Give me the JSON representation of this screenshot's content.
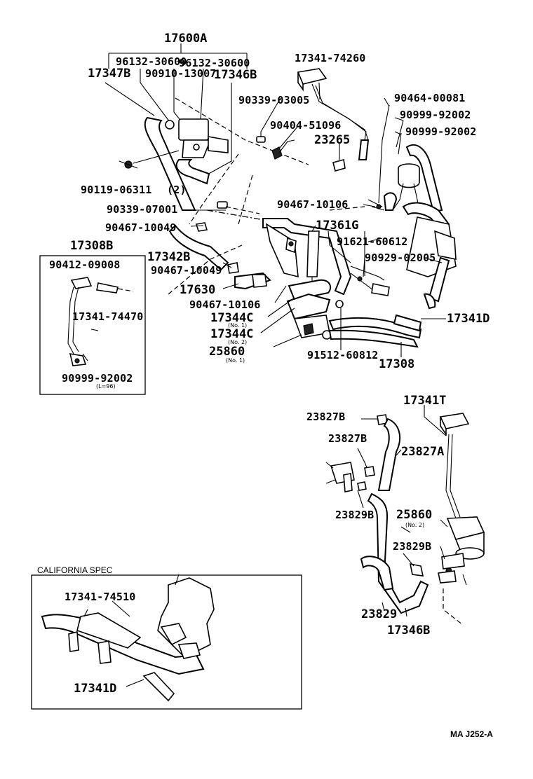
{
  "labels": {
    "l17600A": "17600A",
    "l96132a": "96132-30600",
    "l96132b": "96132-30600",
    "l17347B": "17347B",
    "l90910": "90910-13007",
    "l17346B_top": "17346B",
    "l17341_74260": "17341-74260",
    "l90339_03005": "90339-03005",
    "l90404": "90404-51096",
    "l23265": "23265",
    "l90464": "90464-00081",
    "l90999a": "90999-92002",
    "l90999b": "90999-92002",
    "l90119": "90119-06311",
    "l90119_qty": "(2)",
    "l90339_07001": "90339-07001",
    "l90467_10106a": "90467-10106",
    "l90467_10049a": "90467-10049",
    "l17361G": "17361G",
    "l17308B": "17308B",
    "l91621": "91621-60612",
    "l90412": "90412-09008",
    "l17342B": "17342B",
    "l90467_10049b": "90467-10049",
    "l90929": "90929-02005",
    "l17630": "17630",
    "l90467_10106b": "90467-10106",
    "l17341D": "17341D",
    "l17341_74470": "17341-74470",
    "l17344C_1": "17344C",
    "l17344C_1_sub": "(No. 1)",
    "l17344C_2": "17344C",
    "l17344C_2_sub": "(No. 2)",
    "l25860_1": "25860",
    "l25860_1_sub": "(No. 1)",
    "l91512": "91512-60812",
    "l17308": "17308",
    "l90999c": "90999-92002",
    "l90999c_sub": "(L=96)",
    "l17341T": "17341T",
    "l23827B_a": "23827B",
    "l23827B_b": "23827B",
    "l23827A": "23827A",
    "l23829B_a": "23829B",
    "l25860_2": "25860",
    "l25860_2_sub": "(No. 2)",
    "l23829B_b": "23829B",
    "l23829": "23829",
    "l17346B_bot": "17346B",
    "california": "CALIFORNIA SPEC",
    "l17341_74510": "17341-74510",
    "l17341D_cal": "17341D",
    "ref": "MA  J252-A"
  }
}
